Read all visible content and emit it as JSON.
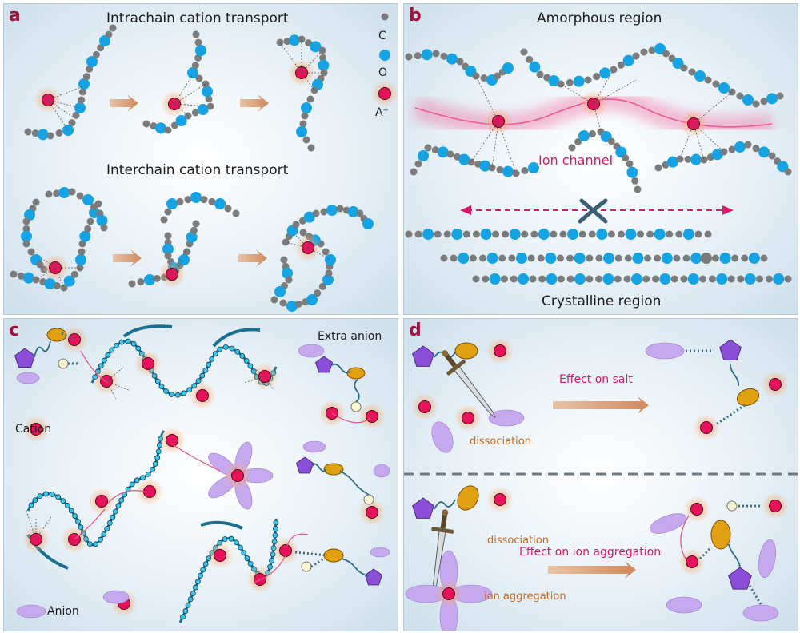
{
  "panel_a": {
    "label": "a",
    "title_top": "Intrachain cation transport",
    "title_bottom": "Interchain cation transport",
    "legend": {
      "c": "C",
      "o": "O",
      "a": "A⁺"
    }
  },
  "panel_b": {
    "label": "b",
    "title_top": "Amorphous region",
    "title_bottom": "Crystalline region",
    "channel_label": "Ion channel"
  },
  "panel_c": {
    "label": "c",
    "extra_anion": "Extra anion",
    "cation": "Cation",
    "anion": "Anion"
  },
  "panel_d": {
    "label": "d",
    "effect_salt": "Effect on salt",
    "dissociation_1": "dissociation",
    "dissociation_2": "dissociation",
    "effect_aggregation": "Effect on ion aggregation",
    "ion_aggregation": "ion aggregation"
  },
  "colors": {
    "carbon": "#7b7b7b",
    "oxygen": "#16a3e3",
    "cation": "#e8125a",
    "cation_glow": "#f6a76a",
    "anion": "#c6a8ee",
    "arrow": "#d08a5c",
    "channel": "#f2508c",
    "label": "#a3123b",
    "pentagon": "#8a4fd6",
    "ellipse_gold": "#e0a012",
    "chain_dark": "#1a6f8e"
  }
}
